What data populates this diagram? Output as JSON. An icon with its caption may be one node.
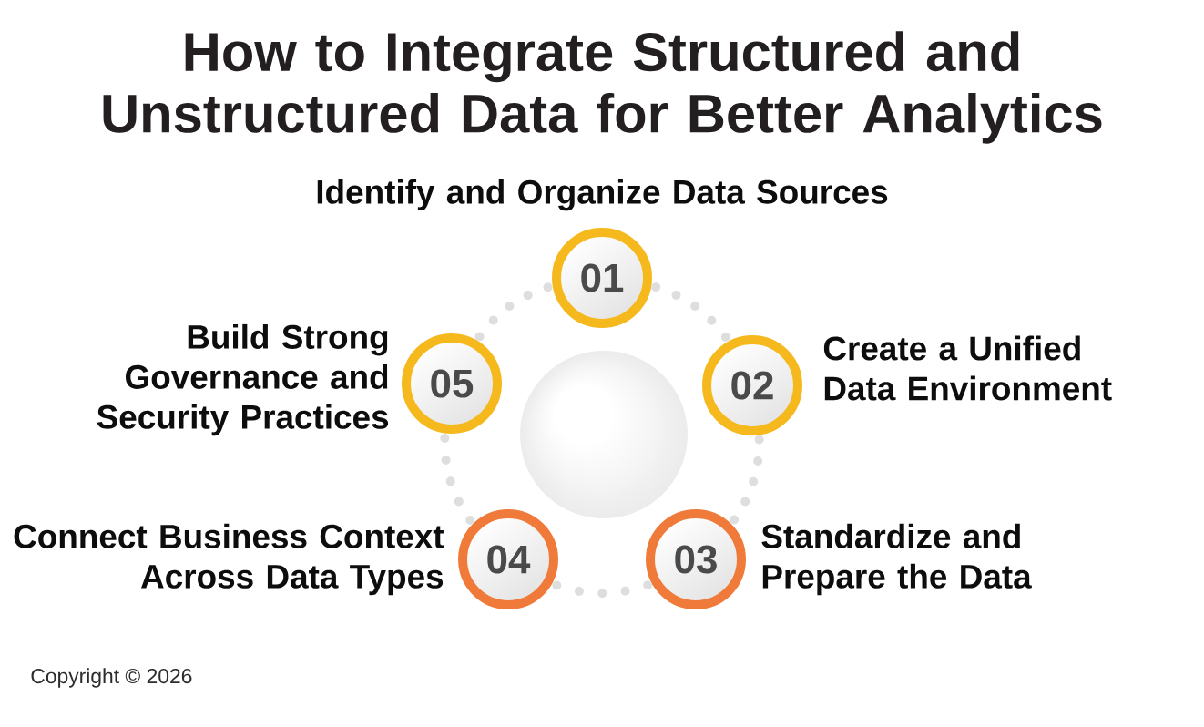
{
  "diagram": {
    "title": "How to Integrate Structured and Unstructured Data for Better Analytics",
    "nodes": [
      {
        "text": [
          "01"
        ],
        "beside": [
          "Identify and Organize Data Sources"
        ]
      },
      {
        "text": [
          "02"
        ],
        "beside": [
          "Create a Unified Data Environment"
        ]
      },
      {
        "text": [
          "03"
        ],
        "beside": [
          "Standardize and Prepare the Data"
        ]
      },
      {
        "text": [
          "04"
        ],
        "beside": [
          "Connect Business Context Across Data Types"
        ]
      },
      {
        "text": [
          "05"
        ],
        "beside": [
          "Build Strong Governance and Security Practices"
        ]
      }
    ],
    "edges": [
      {
        "from": 0,
        "to": 1,
        "arrow": "none",
        "style": "dashed"
      },
      {
        "from": 1,
        "to": 2,
        "arrow": "none",
        "style": "dashed"
      },
      {
        "from": 2,
        "to": 3,
        "arrow": "none",
        "style": "dashed"
      },
      {
        "from": 3,
        "to": 4,
        "arrow": "none",
        "style": "dashed"
      },
      {
        "from": 4,
        "to": 0,
        "arrow": "none",
        "style": "dashed"
      }
    ],
    "labels": [
      "Copyright © 2026"
    ]
  }
}
